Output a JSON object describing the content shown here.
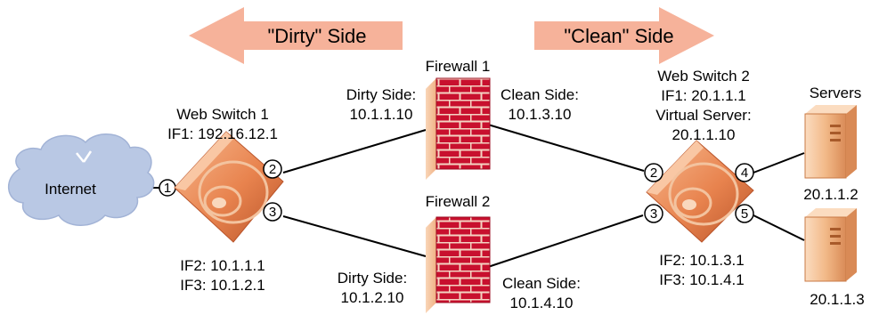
{
  "banners": {
    "dirty": "\"Dirty\" Side",
    "clean": "\"Clean\" Side"
  },
  "internet": {
    "label": "Internet",
    "port": "1"
  },
  "web_switch_1": {
    "name": "Web Switch 1",
    "if1": "IF1: 192.16.12.1",
    "if2": "IF2: 10.1.1.1",
    "if3": "IF3: 10.1.2.1",
    "ports": [
      "2",
      "3"
    ]
  },
  "firewall_1": {
    "name": "Firewall 1",
    "dirty_label": "Dirty Side:",
    "dirty_ip": "10.1.1.10",
    "clean_label": "Clean Side:",
    "clean_ip": "10.1.3.10"
  },
  "firewall_2": {
    "name": "Firewall 2",
    "dirty_label": "Dirty Side:",
    "dirty_ip": "10.1.2.10",
    "clean_label": "Clean Side:",
    "clean_ip": "10.1.4.10"
  },
  "web_switch_2": {
    "name": "Web Switch 2",
    "if1": "IF1: 20.1.1.1",
    "vs_label": "Virtual Server:",
    "vs_ip": "20.1.1.10",
    "if2": "IF2: 10.1.3.1",
    "if3": "IF3: 10.1.4.1",
    "ports": [
      "2",
      "3",
      "4",
      "5"
    ]
  },
  "servers": {
    "title": "Servers",
    "items": [
      {
        "ip": "20.1.1.2"
      },
      {
        "ip": "20.1.1.3"
      }
    ]
  },
  "colors": {
    "arrow": "#f6b29a",
    "cloud": "#b9c8e4",
    "switch": "#e8834e",
    "brick": "#c8102e",
    "server": "#f2b988"
  }
}
